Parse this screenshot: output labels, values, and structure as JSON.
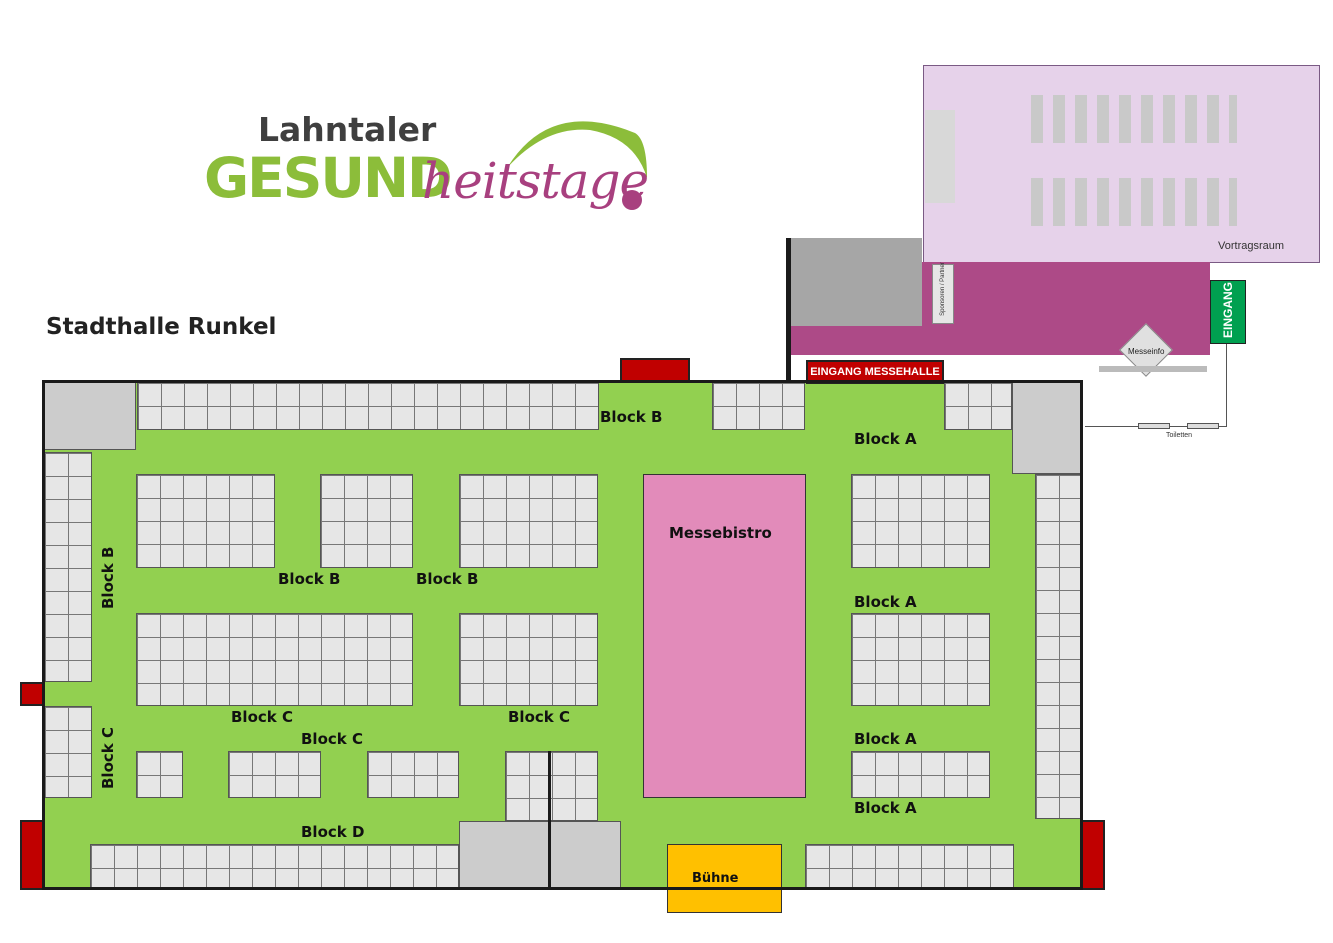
{
  "logo": {
    "line1": "Lahntaler",
    "line2_bold": "GESUND",
    "line2_script": "heitstage"
  },
  "venue": {
    "title": "Stadthalle Runkel"
  },
  "rooms": {
    "vortragsraum": "Vortragsraum",
    "sponsoren": "Sponsoren / Partner",
    "messeinfo": "Messeinfo",
    "toiletten": "Toiletten",
    "messebistro": "Messebistro",
    "buehne": "Bühne"
  },
  "entrances": {
    "main": "EINGANG",
    "hall": "EINGANG MESSEHALLE"
  },
  "blocks": {
    "b_top": "Block B",
    "a_top": "Block A",
    "b_side": "Block B",
    "b_mid_1": "Block B",
    "b_mid_2": "Block B",
    "a_mid_1": "Block A",
    "c_1": "Block C",
    "c_2": "Block C",
    "c_3": "Block C",
    "c_side": "Block C",
    "a_mid_2": "Block A",
    "a_bottom": "Block A",
    "d": "Block D"
  },
  "colors": {
    "hall_floor": "#92d050",
    "stand_fill": "#e6e6e6",
    "corner_gray": "#cccccc",
    "bistro": "#e28bba",
    "stage": "#ffc000",
    "lecture_room": "#e6d2ea",
    "foyer": "#ad4a87",
    "entrance_red": "#c00000",
    "entrance_green": "#00a050",
    "logo_green": "#8cbd3a",
    "logo_purple": "#a8407f"
  }
}
